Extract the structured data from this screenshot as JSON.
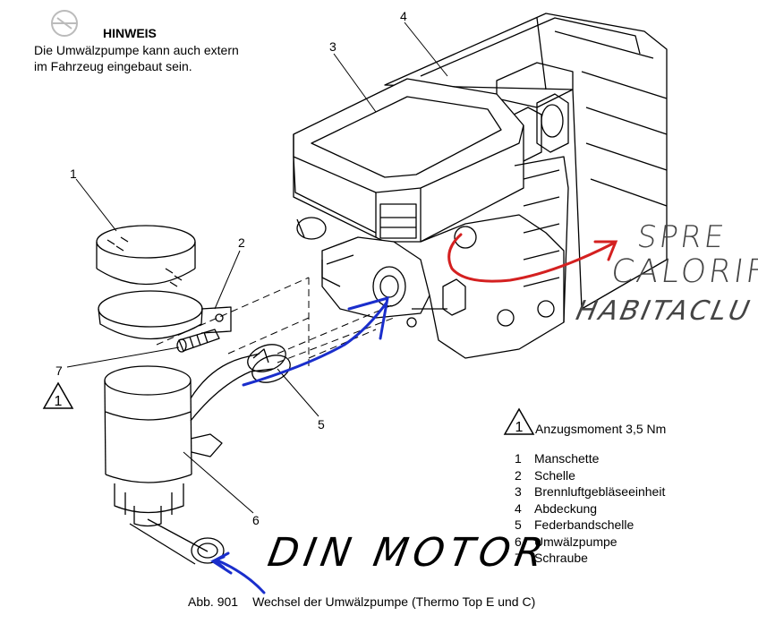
{
  "note": {
    "title": "HINWEIS",
    "body": "Die Umwälzpumpe kann auch extern im Fahrzeug eingebaut sein."
  },
  "callouts": {
    "n1": "1",
    "n2": "2",
    "n3": "3",
    "n4": "4",
    "n5": "5",
    "n6": "6",
    "n7": "7"
  },
  "torque": "Anzugsmoment 3,5 Nm",
  "legend": [
    {
      "num": "1",
      "label": "Manschette"
    },
    {
      "num": "2",
      "label": "Schelle"
    },
    {
      "num": "3",
      "label": "Brennluftgebläseeinheit"
    },
    {
      "num": "4",
      "label": "Abdeckung"
    },
    {
      "num": "5",
      "label": "Federbandschelle"
    },
    {
      "num": "6",
      "label": "Umwälzpumpe"
    },
    {
      "num": "7",
      "label": "Schraube"
    }
  ],
  "caption": {
    "number": "Abb. 901",
    "text": "Wechsel der Umwälzpumpe (Thermo Top E und C)"
  },
  "handwriting": {
    "line1": "SPRE",
    "line2": "CALORIF.",
    "line3": "HABITACLU",
    "line4": "DIN MOTOR"
  },
  "colors": {
    "red_arrow": "#d42020",
    "blue_arrow": "#1a2ecc",
    "line": "#000000"
  },
  "icons": {
    "warning": "warning-triangle-icon",
    "logo": "opel-logo-icon"
  }
}
